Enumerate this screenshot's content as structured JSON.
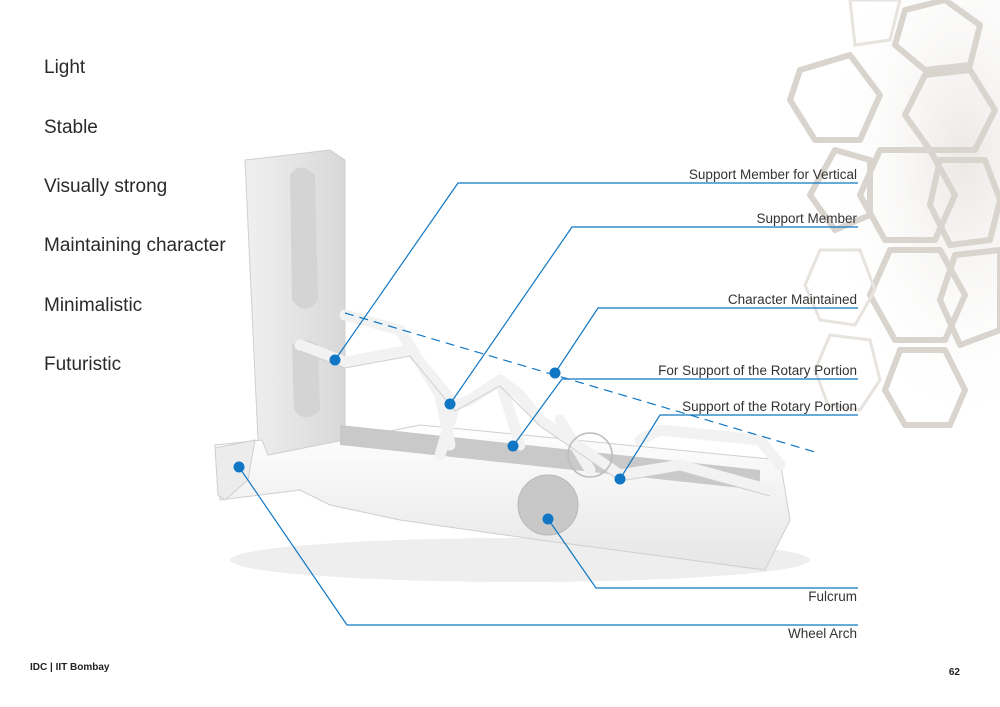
{
  "keywords": [
    "Light",
    "Stable",
    "Visually strong",
    "Maintaining character",
    "Minimalistic",
    "Futuristic"
  ],
  "callouts": {
    "support_vertical": "Support Member for Vertical",
    "support_member": "Support Member",
    "character_maintained": "Character Maintained",
    "rotary_support": "For Support of the Rotary Portion",
    "rotary_portion": "Support of the Rotary Portion",
    "fulcrum": "Fulcrum",
    "wheel_arch": "Wheel Arch"
  },
  "footer": {
    "institute": "IDC | IIT Bombay",
    "page_number": "62"
  },
  "colors": {
    "accent": "#1177c4",
    "product": "#f4f4f4",
    "text": "#2a2a2a"
  }
}
